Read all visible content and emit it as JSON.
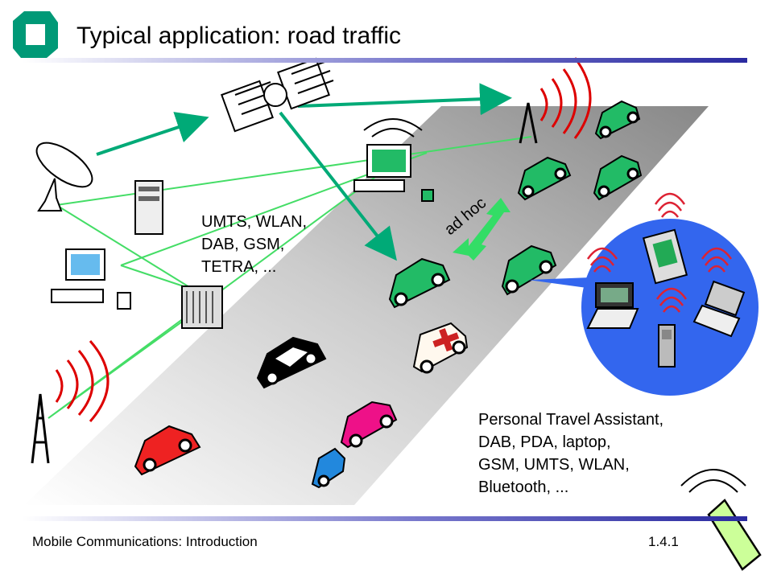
{
  "slide": {
    "title": "Typical application: road traffic",
    "footer_left": "Mobile Communications: Introduction",
    "footer_right": "1.4.1"
  },
  "labels": {
    "network_lines": [
      "UMTS, WLAN,",
      "DAB, GSM,",
      "TETRA, ..."
    ],
    "adhoc": "ad hoc",
    "pta_lines": [
      "Personal Travel Assistant,",
      "DAB, PDA, laptop,",
      "GSM, UMTS, WLAN,",
      "Bluetooth, ..."
    ]
  },
  "colors": {
    "road": "#9a9a9a",
    "link_green": "#33cc66",
    "arrow_teal": "#00aa77",
    "car_green": "#22bb66",
    "car_red": "#ee2222",
    "car_pink": "#ee1188",
    "car_blue": "#2288dd",
    "bubble_blue": "#3366ee",
    "signal_red": "#dd0000",
    "logo_green": "#009977"
  },
  "icons": [
    "logo-icon",
    "satellite-dish-icon",
    "server-icon",
    "desktop-computer-icon",
    "rack-switch-icon",
    "radio-tower-icon",
    "satellite-icon",
    "green-computer-icon",
    "car-icon",
    "police-car-icon",
    "ambulance-icon",
    "tow-truck-icon",
    "pda-icon",
    "laptop-icon",
    "mobile-phone-icon"
  ]
}
